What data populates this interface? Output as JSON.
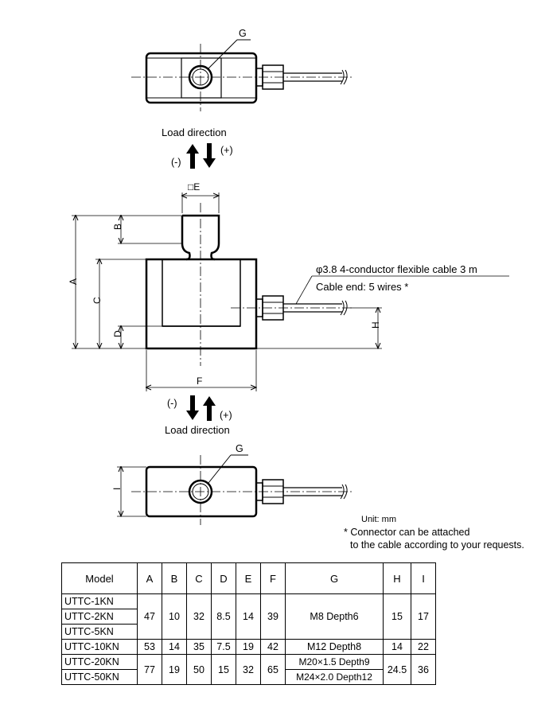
{
  "drawing": {
    "label_g": "G",
    "load_direction": "Load direction",
    "minus": "(-)",
    "plus": "(+)",
    "square_e": "□E",
    "dim_a": "A",
    "dim_b": "B",
    "dim_c": "C",
    "dim_d": "D",
    "dim_f": "F",
    "dim_h": "H",
    "dim_i": "I",
    "cable_spec": "φ3.8  4-conductor flexible cable 3 m",
    "cable_end": "Cable end: 5 wires *",
    "unit": "Unit: mm",
    "note_line1": "* Connector can be attached",
    "note_line2": "to the cable according to your requests."
  },
  "table": {
    "headers": [
      "Model",
      "A",
      "B",
      "C",
      "D",
      "E",
      "F",
      "G",
      "H",
      "I"
    ],
    "group1": {
      "models": [
        "UTTC-1KN",
        "UTTC-2KN",
        "UTTC-5KN"
      ],
      "A": "47",
      "B": "10",
      "C": "32",
      "D": "8.5",
      "E": "14",
      "F": "39",
      "G": "M8 Depth6",
      "H": "15",
      "I": "17"
    },
    "group2": {
      "model": "UTTC-10KN",
      "A": "53",
      "B": "14",
      "C": "35",
      "D": "7.5",
      "E": "19",
      "F": "42",
      "G": "M12 Depth8",
      "H": "14",
      "I": "22"
    },
    "group3": {
      "models": [
        "UTTC-20KN",
        "UTTC-50KN"
      ],
      "A": "77",
      "B": "19",
      "C": "50",
      "D": "15",
      "E": "32",
      "F": "65",
      "G": [
        "M20×1.5 Depth9",
        "M24×2.0 Depth12"
      ],
      "H": "24.5",
      "I": "36"
    }
  }
}
